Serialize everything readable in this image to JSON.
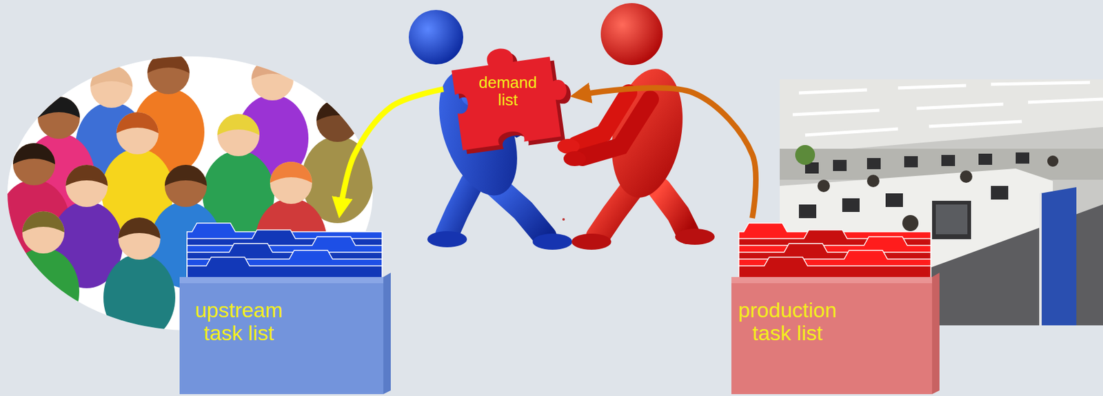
{
  "diagram": {
    "nodes": [
      {
        "text": [
          "upstream task list"
        ]
      },
      {
        "text": [
          "demand list"
        ]
      },
      {
        "text": [
          "production task list"
        ]
      }
    ],
    "edges": [
      {
        "from": 1,
        "to": 0,
        "arrow": "to"
      },
      {
        "from": 2,
        "to": 1,
        "arrow": "to"
      }
    ]
  }
}
